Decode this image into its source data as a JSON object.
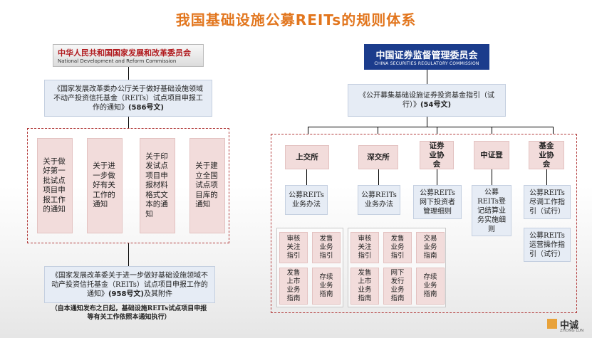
{
  "title": "我国基础设施公募REITs的规则体系",
  "ndrc": {
    "name_cn": "中华人民共和国国家发展和改革委员会",
    "name_en": "National Development and Reform Commission"
  },
  "csrc": {
    "name_cn": "中国证券监督管理委员会",
    "name_en": "CHINA SECURITIES REGULATORY COMMISSION"
  },
  "ndrc_doc_top": {
    "text": "《国家发展改革委办公厅关于做好基础设施领域不动产投资信托基金（REITs）试点项目申报工作的通知》",
    "num": "(586号文)"
  },
  "ndrc_items": [
    "关于做好第一批试点项目申报工作的通知",
    "关于进一步做好有关工作的通知",
    "关于印发试点项目申报材料格式文本的通知",
    "关于建立全国试点项目库的通知"
  ],
  "ndrc_doc_bottom": {
    "text": "《国家发展改革委关于进一步做好基础设施领域不动产投资信托基金（REITs）试点项目申报工作的通知》",
    "num": "(958号文)",
    "suffix": "及其附件"
  },
  "ndrc_note": "（自本通知发布之日起，基础设施REITs试点项目申报等有关工作依照本通知执行）",
  "csrc_doc": {
    "text": "《公开募集基础设施证券投资基金指引（试行）》",
    "num": "(54号文)"
  },
  "orgs": {
    "sse": {
      "name": "上交所",
      "doc": "公募REITs业务办法",
      "items": [
        "审核关注指引",
        "发售业务指引",
        "发售上市业务指南",
        "存续业务指南"
      ]
    },
    "szse": {
      "name": "深交所",
      "doc": "公募REITs业务办法",
      "items": [
        "审核关注指引",
        "发售业务指引",
        "发售上市业务指南",
        "网下发行业务指南"
      ]
    },
    "sac": {
      "name": "证券业协会",
      "doc": "公募REITs网下投资者管理细则",
      "items": [
        "交易业务指南",
        "存续业务指南"
      ]
    },
    "csdc": {
      "name": "中证登",
      "doc": "公募REITs登记结算业务实施细则"
    },
    "amac": {
      "name": "基金业协会",
      "docs": [
        "公募REITs尽调工作指引（试行）",
        "公募REITs运营操作指引（试行）"
      ]
    }
  },
  "brand": {
    "cn": "中诚",
    "en": "ZHONG LUN"
  }
}
